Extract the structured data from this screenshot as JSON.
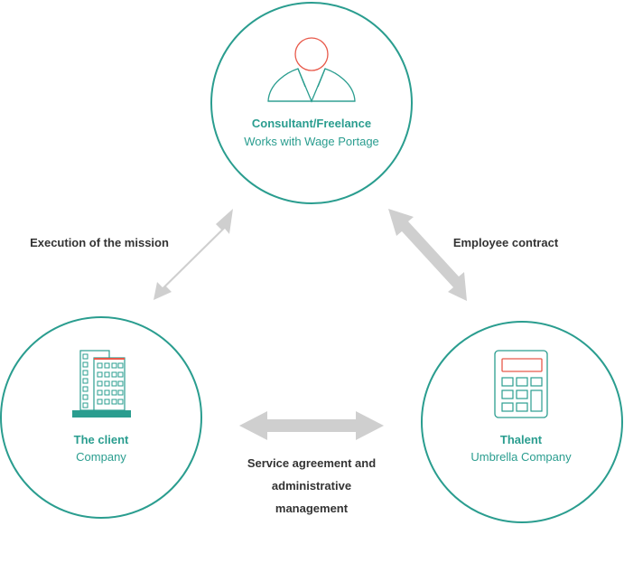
{
  "colors": {
    "teal": "#2a9d8f",
    "accent_red": "#e8594a",
    "arrow_gray": "#cfcfcf",
    "text_dark": "#333333"
  },
  "nodes": {
    "consultant": {
      "title": "Consultant/Freelance",
      "subtitle": "Works with Wage Portage",
      "icon": "person-icon"
    },
    "client": {
      "title": "The client",
      "subtitle": "Company",
      "icon": "buildings-icon"
    },
    "thalent": {
      "title": "Thalent",
      "subtitle": "Umbrella Company",
      "icon": "calculator-icon"
    }
  },
  "edges": {
    "consultant_client": "Execution of the mission",
    "consultant_thalent": "Employee contract",
    "client_thalent_line1": "Service agreement and",
    "client_thalent_line2": "administrative",
    "client_thalent_line3": "management"
  }
}
